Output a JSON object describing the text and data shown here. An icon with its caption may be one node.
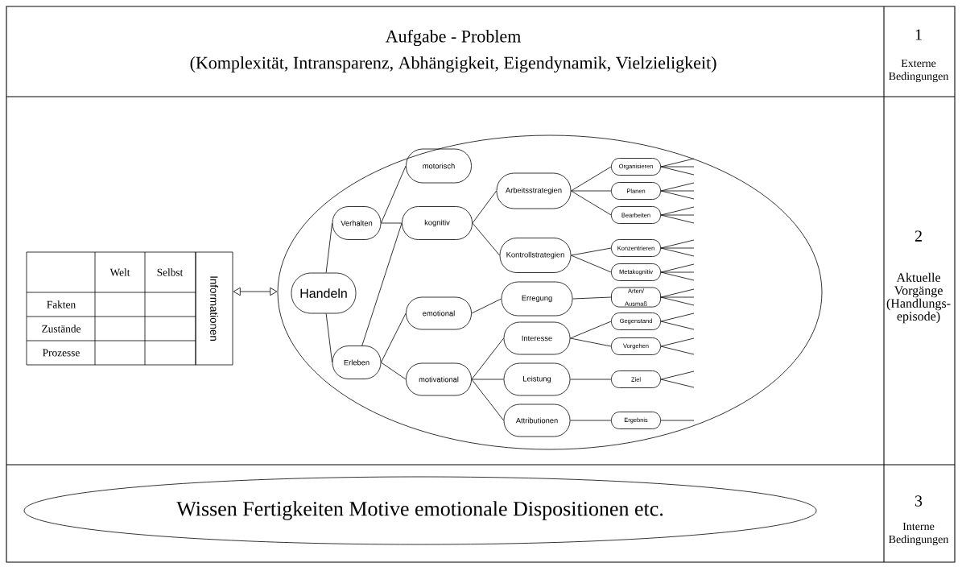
{
  "diagram": {
    "nodes": [
      {
        "text": [],
        "shape": "ellipse"
      },
      {
        "text": [
          "Informationen"
        ]
      },
      {
        "text": [
          "Handeln"
        ],
        "in": 0
      },
      {
        "text": [
          "Verhalten"
        ],
        "in": 0
      },
      {
        "text": [
          "Erleben"
        ],
        "in": 0
      },
      {
        "text": [
          "motorisch"
        ],
        "in": 0
      },
      {
        "text": [
          "kognitiv"
        ],
        "in": 0
      },
      {
        "text": [
          "emotional"
        ],
        "in": 0
      },
      {
        "text": [
          "motivational"
        ],
        "in": 0
      },
      {
        "text": [
          "Arbeitsstrategien"
        ],
        "in": 0
      },
      {
        "text": [
          "Kontrollstrategien"
        ],
        "in": 0
      },
      {
        "text": [
          "Erregung"
        ],
        "in": 0
      },
      {
        "text": [
          "Interesse"
        ],
        "in": 0
      },
      {
        "text": [
          "Leistung"
        ],
        "in": 0
      },
      {
        "text": [
          "Attributionen"
        ],
        "in": 0
      },
      {
        "text": [
          "Organisieren"
        ],
        "in": 0
      },
      {
        "text": [
          "Planen"
        ],
        "in": 0
      },
      {
        "text": [
          "Bearbeiten"
        ],
        "in": 0
      },
      {
        "text": [
          "Konzentrieren"
        ],
        "in": 0
      },
      {
        "text": [
          "Metakognitiv"
        ],
        "in": 0
      },
      {
        "text": [
          "Arten/ Ausmaß"
        ],
        "in": 0
      },
      {
        "text": [
          "Gegenstand"
        ],
        "in": 0
      },
      {
        "text": [
          "Vorgehen"
        ],
        "in": 0
      },
      {
        "text": [
          "Ziel"
        ],
        "in": 0
      },
      {
        "text": [
          "Ergebnis"
        ],
        "in": 0
      },
      {
        "text": [
          "Wissen Fertigkeiten Motive emotionale Dispositionen etc."
        ]
      }
    ],
    "edges": [
      {
        "from": 1,
        "to": 0,
        "arrow": "both"
      },
      {
        "from": 2,
        "to": 3,
        "arrow": "none"
      },
      {
        "from": 2,
        "to": 4,
        "arrow": "none"
      },
      {
        "from": 3,
        "to": 5,
        "arrow": "none"
      },
      {
        "from": 3,
        "to": 6,
        "arrow": "none"
      },
      {
        "from": 4,
        "to": 6,
        "arrow": "none"
      },
      {
        "from": 4,
        "to": 7,
        "arrow": "none"
      },
      {
        "from": 4,
        "to": 8,
        "arrow": "none"
      },
      {
        "from": 6,
        "to": 9,
        "arrow": "none"
      },
      {
        "from": 6,
        "to": 10,
        "arrow": "none"
      },
      {
        "from": 9,
        "to": 15,
        "arrow": "none"
      },
      {
        "from": 9,
        "to": 16,
        "arrow": "none"
      },
      {
        "from": 9,
        "to": 17,
        "arrow": "none"
      },
      {
        "from": 10,
        "to": 18,
        "arrow": "none"
      },
      {
        "from": 10,
        "to": 19,
        "arrow": "none"
      },
      {
        "from": 7,
        "to": 11,
        "arrow": "none"
      },
      {
        "from": 11,
        "to": 20,
        "arrow": "none"
      },
      {
        "from": 8,
        "to": 12,
        "arrow": "none"
      },
      {
        "from": 8,
        "to": 13,
        "arrow": "none"
      },
      {
        "from": 8,
        "to": 14,
        "arrow": "none"
      },
      {
        "from": 12,
        "to": 21,
        "arrow": "none"
      },
      {
        "from": 12,
        "to": 22,
        "arrow": "none"
      },
      {
        "from": 13,
        "to": 23,
        "arrow": "none"
      },
      {
        "from": 14,
        "to": 24,
        "arrow": "none"
      },
      {
        "from": 15,
        "to": null,
        "arrow": "none"
      },
      {
        "from": 15,
        "to": null,
        "arrow": "none"
      },
      {
        "from": 15,
        "to": null,
        "arrow": "none"
      },
      {
        "from": 16,
        "to": null,
        "arrow": "none"
      },
      {
        "from": 16,
        "to": null,
        "arrow": "none"
      },
      {
        "from": 16,
        "to": null,
        "arrow": "none"
      },
      {
        "from": 17,
        "to": null,
        "arrow": "none"
      },
      {
        "from": 17,
        "to": null,
        "arrow": "none"
      },
      {
        "from": 17,
        "to": null,
        "arrow": "none"
      },
      {
        "from": 18,
        "to": null,
        "arrow": "none"
      },
      {
        "from": 18,
        "to": null,
        "arrow": "none"
      },
      {
        "from": 18,
        "to": null,
        "arrow": "none"
      },
      {
        "from": 19,
        "to": null,
        "arrow": "none"
      },
      {
        "from": 19,
        "to": null,
        "arrow": "none"
      },
      {
        "from": 19,
        "to": null,
        "arrow": "none"
      },
      {
        "from": 20,
        "to": null,
        "arrow": "none"
      },
      {
        "from": 20,
        "to": null,
        "arrow": "none"
      },
      {
        "from": 20,
        "to": null,
        "arrow": "none"
      },
      {
        "from": 21,
        "to": null,
        "arrow": "none"
      },
      {
        "from": 21,
        "to": null,
        "arrow": "none"
      },
      {
        "from": 22,
        "to": null,
        "arrow": "none"
      },
      {
        "from": 22,
        "to": null,
        "arrow": "none"
      },
      {
        "from": 23,
        "to": null,
        "arrow": "none"
      },
      {
        "from": 23,
        "to": null,
        "arrow": "none"
      },
      {
        "from": 24,
        "to": null,
        "arrow": "none"
      }
    ],
    "labels": [
      "Aufgabe - Problem",
      "(Komplexität, Intransparenz, Abhängigkeit, Eigendynamik, Vielzieligkeit)",
      "1",
      "Externe Bedingungen",
      "Welt",
      "Selbst",
      "Fakten",
      "Zustände",
      "Prozesse",
      "2",
      "Aktuelle Vorgänge (Handlungs- episode)",
      "3",
      "Interne Bedingungen"
    ]
  }
}
